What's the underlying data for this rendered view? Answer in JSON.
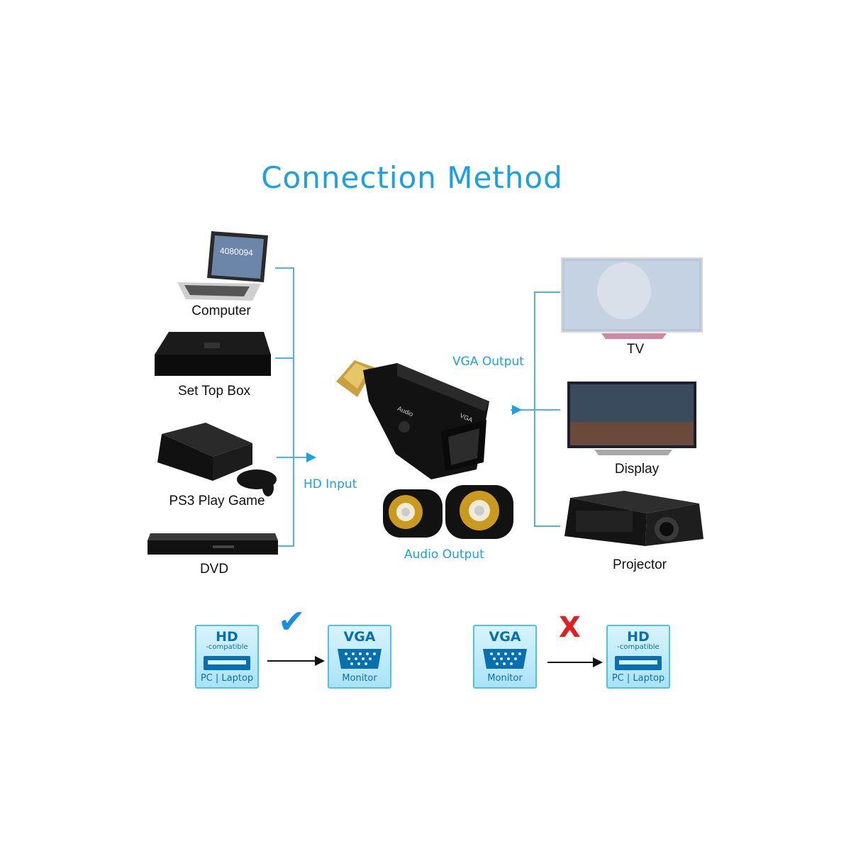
{
  "title": "Connection Method",
  "inputs": [
    {
      "label": "Computer",
      "icon": "laptop-icon",
      "screen_text": "4080094"
    },
    {
      "label": "Set Top Box",
      "icon": "set-top-box-icon"
    },
    {
      "label": "PS3 Play Game",
      "icon": "game-console-icon"
    },
    {
      "label": "DVD",
      "icon": "dvd-player-icon"
    }
  ],
  "hd_input_label": "HD Input",
  "vga_output_label": "VGA Output",
  "audio_output_label": "Audio Output",
  "adapter_port_labels": {
    "audio": "Audio",
    "vga": "VGA"
  },
  "outputs": [
    {
      "label": "TV",
      "icon": "tv-icon"
    },
    {
      "label": "Display",
      "icon": "monitor-icon"
    },
    {
      "label": "Projector",
      "icon": "projector-icon"
    }
  ],
  "supported": {
    "mark": "✔",
    "from": {
      "head": "HD",
      "sub": "-compatible",
      "foot": "PC | Laptop"
    },
    "to": {
      "head": "VGA",
      "foot": "Monitor"
    }
  },
  "unsupported": {
    "mark": "X",
    "from": {
      "head": "VGA",
      "foot": "Monitor"
    },
    "to": {
      "head": "HD",
      "sub": "-compatible",
      "foot": "PC | Laptop"
    }
  },
  "colors": {
    "accent": "#1aa0e6",
    "badge_border": "#4dc3ec",
    "badge_text": "#0a6fb0",
    "supported": "#1a8fe0",
    "unsupported": "#e02020"
  }
}
